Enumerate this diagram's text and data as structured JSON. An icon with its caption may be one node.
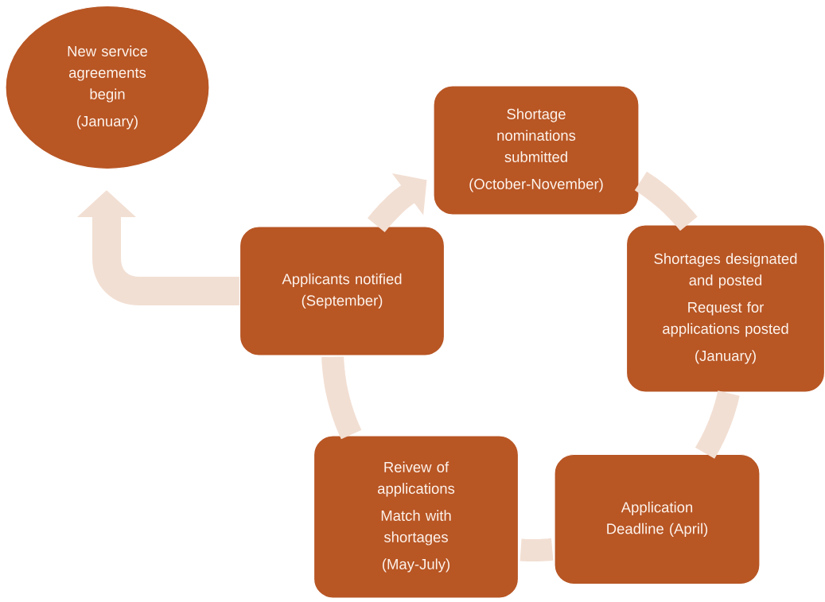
{
  "diagram": {
    "nodes": [
      {
        "text": [
          "New service agreements begin",
          "(January)"
        ]
      },
      {
        "text": [
          "Shortage nominations submitted",
          "(October-November)"
        ]
      },
      {
        "text": [
          "Shortages designated and posted",
          "Request for applications posted",
          "(January)"
        ]
      },
      {
        "text": [
          "Application Deadline (April)"
        ]
      },
      {
        "text": [
          "Reivew of applications",
          "Match with shortages",
          "(May-July)"
        ]
      },
      {
        "text": [
          "Applicants notified (September)"
        ]
      }
    ],
    "edges": [
      {
        "from": 1,
        "to": 2,
        "arrow": "none"
      },
      {
        "from": 2,
        "to": 3,
        "arrow": "none"
      },
      {
        "from": 3,
        "to": 4,
        "arrow": "none"
      },
      {
        "from": 4,
        "to": 5,
        "arrow": "none"
      },
      {
        "from": 5,
        "to": 1,
        "arrow": "to"
      },
      {
        "from": 5,
        "to": 0,
        "arrow": "to"
      }
    ]
  }
}
